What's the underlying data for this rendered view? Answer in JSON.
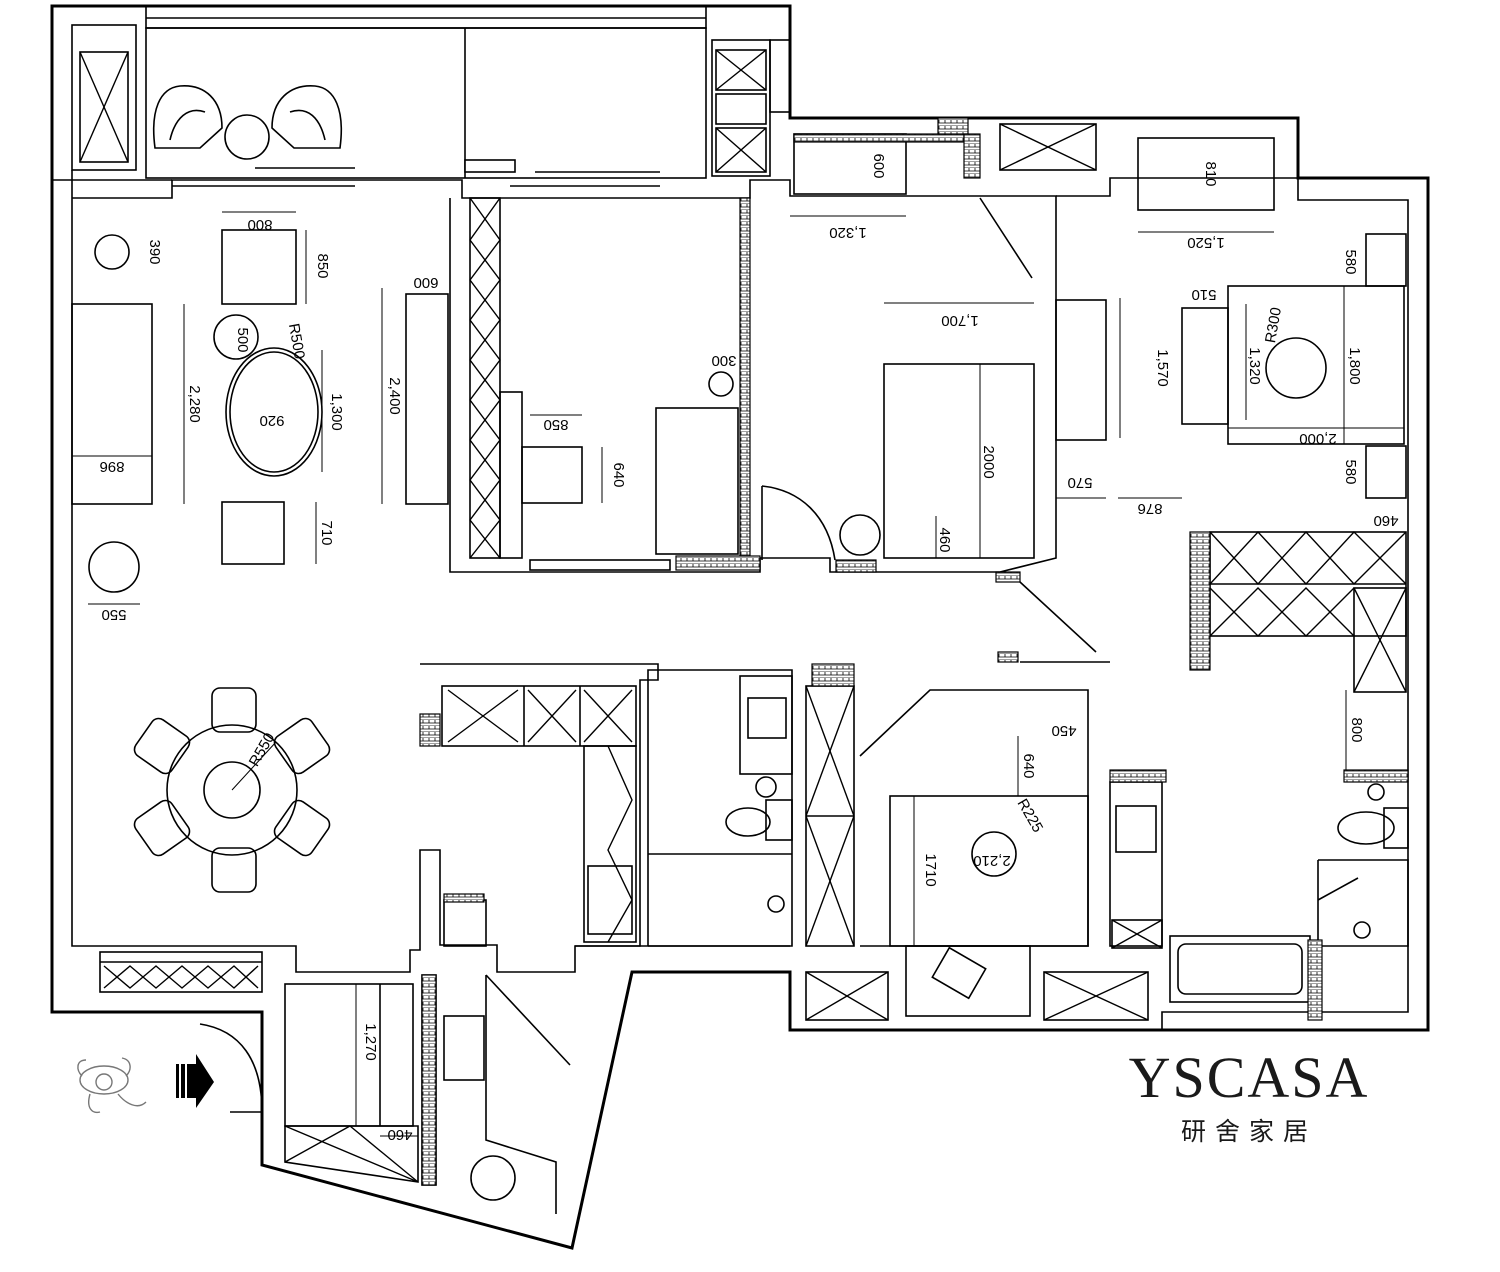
{
  "brand": {
    "name": "YSCASA",
    "subtitle": "研舍家居"
  },
  "dimensions": {
    "living": [
      "800",
      "850",
      "390",
      "500",
      "R500",
      "920",
      "1,300",
      "2,280",
      "896",
      "2,400",
      "600",
      "710",
      "550"
    ],
    "dining": [
      "R550"
    ],
    "study": [
      "850",
      "640",
      "300"
    ],
    "master": [
      "600",
      "1,320",
      "1,700",
      "2000",
      "460"
    ],
    "second_bed": [
      "810",
      "1,520",
      "580",
      "510",
      "R300",
      "1,320",
      "1,800",
      "1,570",
      "2,000",
      "580",
      "570",
      "876",
      "460"
    ],
    "third_bed": [
      "450",
      "640",
      "R225",
      "2,210",
      "1710"
    ],
    "corridor": [
      "800"
    ],
    "entry": [
      "1,270",
      "460"
    ]
  },
  "icons": [
    "person-icon",
    "entry-arrow-icon"
  ]
}
